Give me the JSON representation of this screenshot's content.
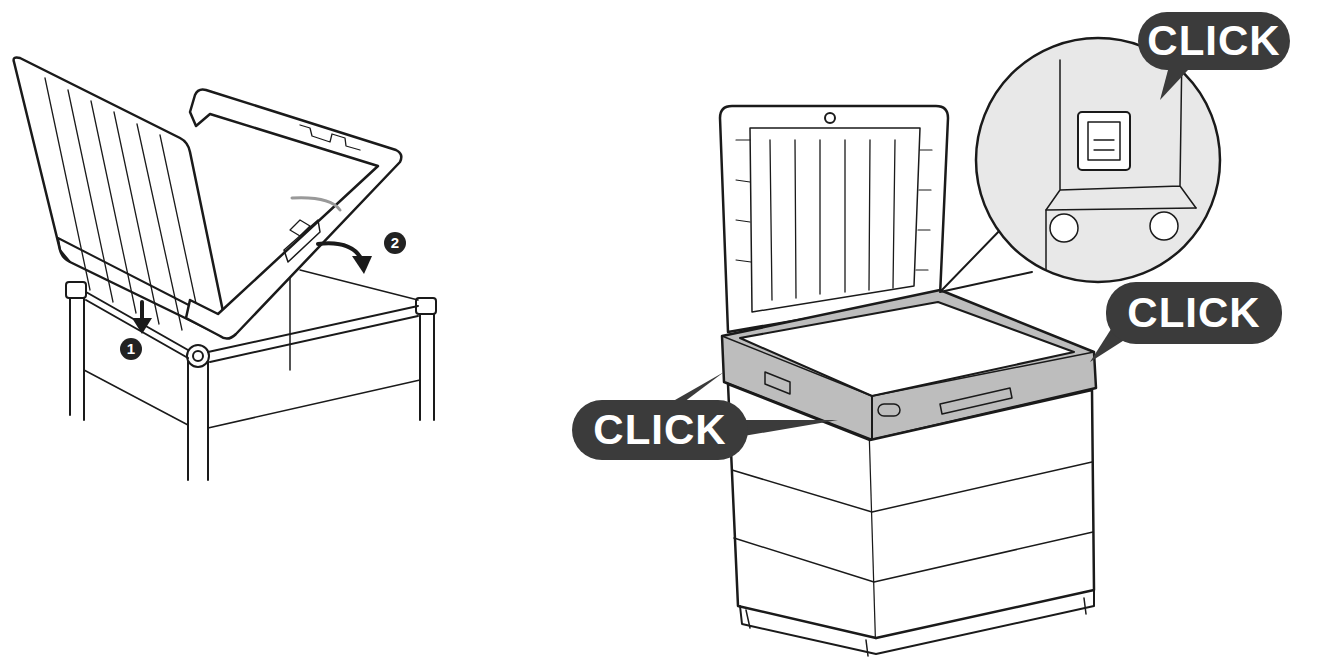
{
  "diagram": {
    "nodes": [
      {
        "text": [
          "CLICK"
        ]
      },
      {
        "text": [
          "CLICK"
        ]
      },
      {
        "text": [
          "CLICK"
        ]
      }
    ],
    "labels": [
      "1",
      "2"
    ]
  }
}
